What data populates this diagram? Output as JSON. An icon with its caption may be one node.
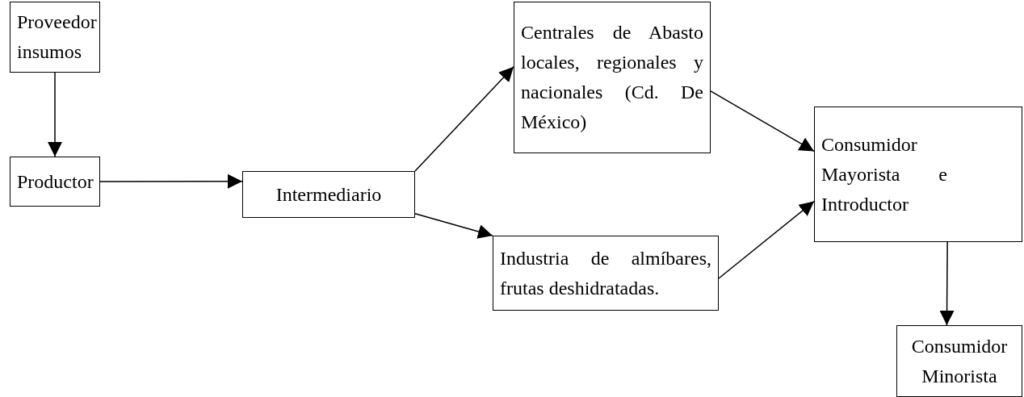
{
  "diagram": {
    "nodes": [
      {
        "text": [
          "Proveedor insumos"
        ]
      },
      {
        "text": [
          "Productor"
        ]
      },
      {
        "text": [
          "Intermediario"
        ]
      },
      {
        "text": [
          "Centrales de Abasto locales, regionales y nacionales (Cd. De México)"
        ]
      },
      {
        "text": [
          "Industria de almíbares, frutas deshidratadas."
        ]
      },
      {
        "text": [
          "Consumidor Mayorista e Introductor"
        ]
      },
      {
        "text": [
          "Consumidor Minorista"
        ]
      }
    ],
    "edges": [
      {
        "from": 0,
        "to": 1,
        "arrow": "to"
      },
      {
        "from": 1,
        "to": 2,
        "arrow": "to"
      },
      {
        "from": 2,
        "to": 3,
        "arrow": "to"
      },
      {
        "from": 2,
        "to": 4,
        "arrow": "to"
      },
      {
        "from": 3,
        "to": 5,
        "arrow": "to"
      },
      {
        "from": 4,
        "to": 5,
        "arrow": "to"
      },
      {
        "from": 5,
        "to": 6,
        "arrow": "to"
      }
    ]
  }
}
